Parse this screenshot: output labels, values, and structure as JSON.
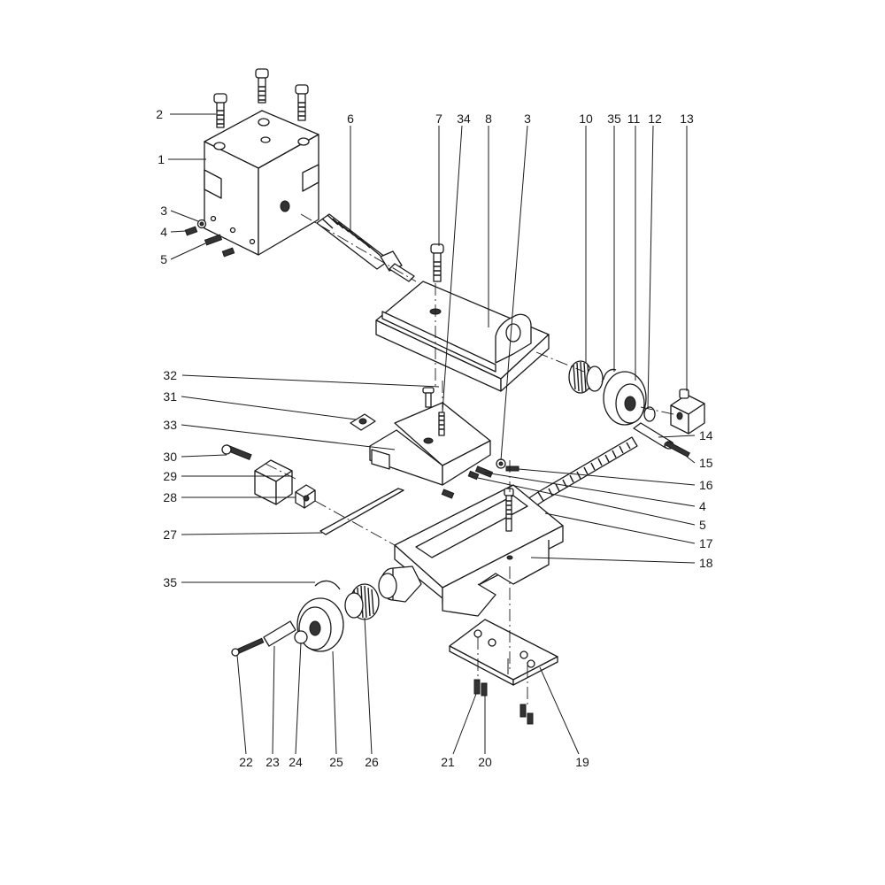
{
  "callouts": {
    "c1": "1",
    "c2": "2",
    "c3a": "3",
    "c3b": "3",
    "c4a": "4",
    "c4b": "4",
    "c5a": "5",
    "c5b": "5",
    "c6": "6",
    "c7": "7",
    "c8": "8",
    "c10": "10",
    "c11": "11",
    "c12": "12",
    "c13": "13",
    "c14": "14",
    "c15": "15",
    "c16": "16",
    "c17": "17",
    "c18": "18",
    "c19": "19",
    "c20": "20",
    "c21": "21",
    "c22": "22",
    "c23": "23",
    "c24": "24",
    "c25": "25",
    "c26": "26",
    "c27": "27",
    "c28": "28",
    "c29": "29",
    "c30": "30",
    "c31": "31",
    "c32": "32",
    "c33": "33",
    "c34": "34",
    "c35a": "35",
    "c35b": "35"
  }
}
